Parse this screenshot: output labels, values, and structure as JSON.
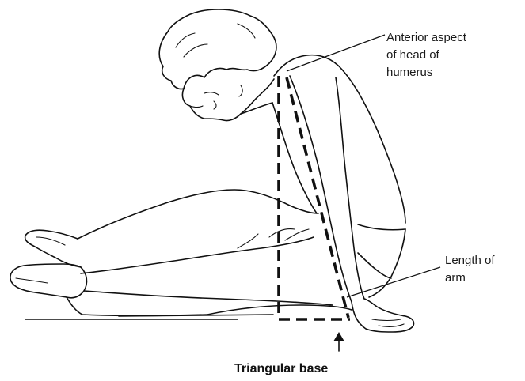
{
  "figure": {
    "labels": {
      "head_of_humerus": [
        "Anterior aspect",
        "of head of",
        "humerus"
      ],
      "length_of_arm": [
        "Length of",
        "arm"
      ],
      "triangular_base": "Triangular base"
    }
  }
}
